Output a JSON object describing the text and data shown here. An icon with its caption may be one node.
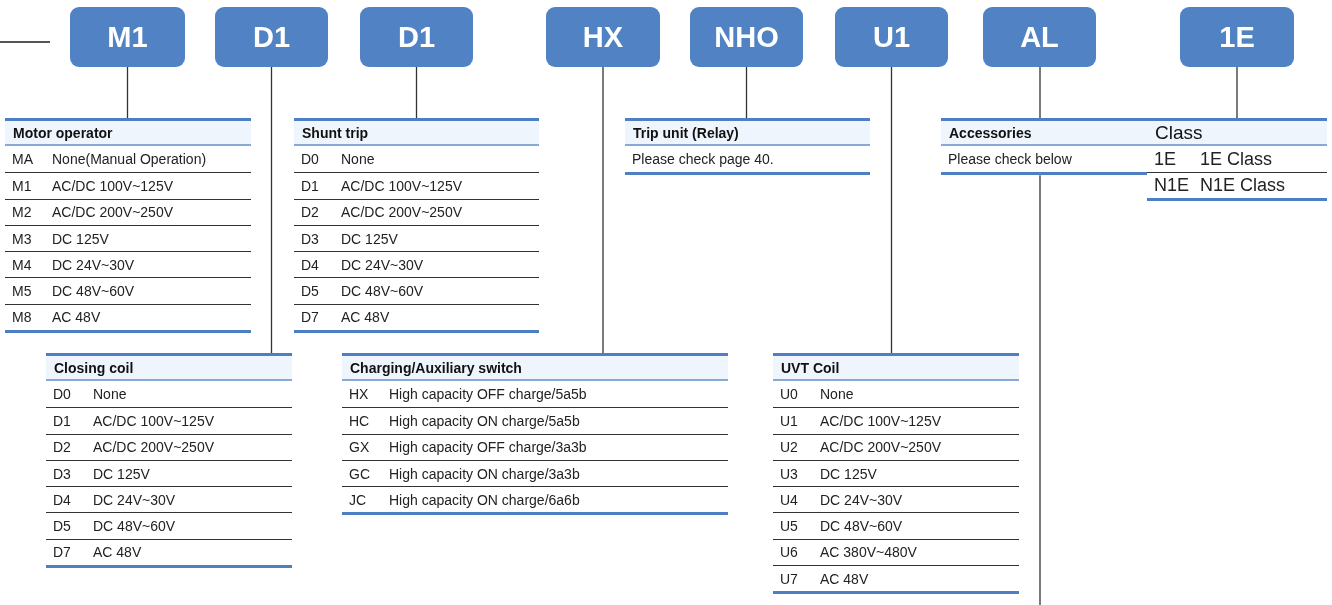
{
  "diagram": {
    "nodes": [
      {
        "text": [
          "M1"
        ]
      },
      {
        "text": [
          "D1"
        ]
      },
      {
        "text": [
          "D1"
        ]
      },
      {
        "text": [
          "HX"
        ]
      },
      {
        "text": [
          "NHO"
        ]
      },
      {
        "text": [
          "U1"
        ]
      },
      {
        "text": [
          "AL"
        ]
      },
      {
        "text": [
          "1E"
        ]
      },
      {
        "text": [
          "Motor operator",
          "MA",
          "None(Manual Operation)",
          "M1",
          "AC/DC 100V~125V",
          "M2",
          "AC/DC 200V~250V",
          "M3",
          "DC 125V",
          "M4",
          "DC 24V~30V",
          "M5",
          "DC 48V~60V",
          "M8",
          "AC 48V"
        ]
      },
      {
        "text": [
          "Shunt trip",
          "D0",
          "None",
          "D1",
          "AC/DC 100V~125V",
          "D2",
          "AC/DC 200V~250V",
          "D3",
          "DC 125V",
          "D4",
          "DC 24V~30V",
          "D5",
          "DC 48V~60V",
          "D7",
          "AC 48V"
        ]
      },
      {
        "text": [
          "Trip unit (Relay)",
          "Please check page 40."
        ]
      },
      {
        "text": [
          "Accessories",
          "Please check below"
        ]
      },
      {
        "text": [
          "Class",
          "1E",
          "1E Class",
          "N1E",
          "N1E Class"
        ]
      },
      {
        "text": [
          "Closing coil",
          "D0",
          "None",
          "D1",
          "AC/DC 100V~125V",
          "D2",
          "AC/DC 200V~250V",
          "D3",
          "DC 125V",
          "D4",
          "DC 24V~30V",
          "D5",
          "DC 48V~60V",
          "D7",
          "AC 48V"
        ]
      },
      {
        "text": [
          "Charging/Auxiliary switch",
          "HX",
          "High capacity OFF charge/5a5b",
          "HC",
          "High capacity ON charge/5a5b",
          "GX",
          "High capacity OFF charge/3a3b",
          "GC",
          "High capacity ON charge/3a3b",
          "JC",
          "High capacity ON charge/6a6b"
        ]
      },
      {
        "text": [
          "UVT Coil",
          "U0",
          "None",
          "U1",
          "AC/DC 100V~125V",
          "U2",
          "AC/DC 200V~250V",
          "U3",
          "DC 125V",
          "U4",
          "DC 24V~30V",
          "U5",
          "DC 48V~60V",
          "U6",
          "AC 380V~480V",
          "U7",
          "AC 48V"
        ]
      }
    ],
    "edges": [
      {
        "from": 0,
        "to": 8,
        "arrow": "none"
      },
      {
        "from": 1,
        "to": 13,
        "arrow": "none"
      },
      {
        "from": 2,
        "to": 9,
        "arrow": "none"
      },
      {
        "from": 3,
        "to": 14,
        "arrow": "none"
      },
      {
        "from": 4,
        "to": 10,
        "arrow": "none"
      },
      {
        "from": 5,
        "to": 15,
        "arrow": "none"
      },
      {
        "from": 6,
        "to": 11,
        "arrow": "none"
      },
      {
        "from": 11,
        "to": null,
        "arrow": "none"
      },
      {
        "from": 7,
        "to": 12,
        "arrow": "none"
      }
    ]
  }
}
